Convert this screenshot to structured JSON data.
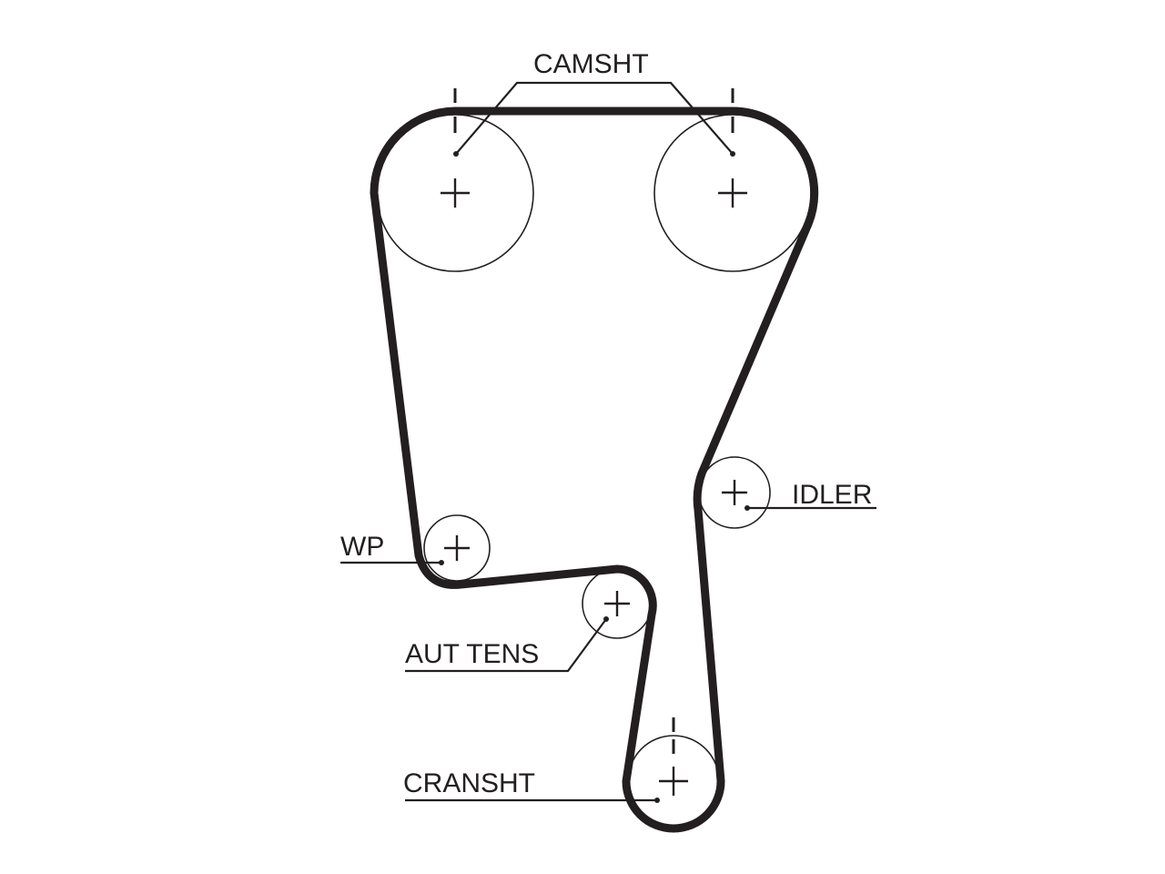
{
  "labels": {
    "camshaft": "CAMSHT",
    "idler": "IDLER",
    "water_pump": "WP",
    "auto_tensioner": "AUT TENS",
    "crankshaft": "CRANSHT"
  },
  "colors": {
    "ink": "#231f20",
    "background": "#ffffff"
  }
}
